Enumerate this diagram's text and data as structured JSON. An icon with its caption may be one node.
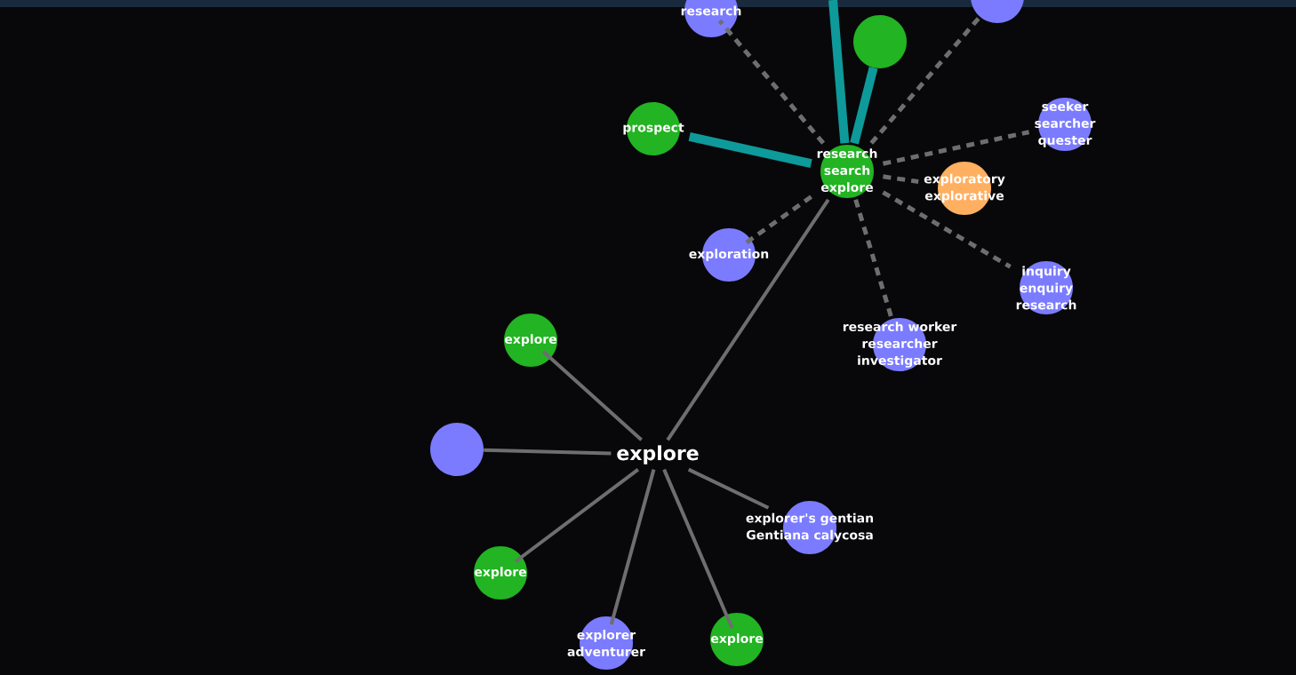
{
  "diagram": {
    "nodes": [
      {
        "text": [
          "explore"
        ]
      },
      {
        "text": [
          "research",
          "search",
          "explore"
        ]
      },
      {
        "text": [
          "research"
        ]
      },
      {
        "text": [],
        "shape": "circle"
      },
      {
        "text": [],
        "shape": "circle"
      },
      {
        "text": [
          "prospect"
        ]
      },
      {
        "text": [
          "seeker",
          "searcher",
          "quester"
        ]
      },
      {
        "text": [
          "exploratory",
          "explorative"
        ]
      },
      {
        "text": [
          "exploration"
        ]
      },
      {
        "text": [
          "inquiry",
          "enquiry",
          "research"
        ]
      },
      {
        "text": [
          "research worker",
          "researcher",
          "investigator"
        ]
      },
      {
        "text": [
          "explore"
        ]
      },
      {
        "text": [],
        "shape": "circle"
      },
      {
        "text": [
          "explorer's gentian",
          "Gentiana calycosa"
        ]
      },
      {
        "text": [
          "explore"
        ]
      },
      {
        "text": [
          "explorer",
          "adventurer"
        ]
      },
      {
        "text": [
          "explore"
        ]
      }
    ],
    "edges": [
      {
        "from": 0,
        "to": 1,
        "arrow": "none"
      },
      {
        "from": 1,
        "to": 2,
        "arrow": "none",
        "style": "dashed"
      },
      {
        "from": 1,
        "to": null,
        "arrow": "none",
        "style": "thick",
        "color": "#0e9a9a"
      },
      {
        "from": 1,
        "to": 3,
        "arrow": "none",
        "style": "thick",
        "color": "#0e9a9a"
      },
      {
        "from": 1,
        "to": 4,
        "arrow": "none",
        "style": "dashed"
      },
      {
        "from": 1,
        "to": 5,
        "arrow": "none",
        "style": "thick",
        "color": "#0e9a9a"
      },
      {
        "from": 1,
        "to": 6,
        "arrow": "none",
        "style": "dashed"
      },
      {
        "from": 1,
        "to": 7,
        "arrow": "none",
        "style": "dashed"
      },
      {
        "from": 1,
        "to": 8,
        "arrow": "none",
        "style": "dashed"
      },
      {
        "from": 1,
        "to": 9,
        "arrow": "none",
        "style": "dashed"
      },
      {
        "from": 1,
        "to": 10,
        "arrow": "none",
        "style": "dashed"
      },
      {
        "from": 0,
        "to": 11,
        "arrow": "none"
      },
      {
        "from": 0,
        "to": 12,
        "arrow": "none"
      },
      {
        "from": 0,
        "to": 13,
        "arrow": "none"
      },
      {
        "from": 0,
        "to": 14,
        "arrow": "none"
      },
      {
        "from": 0,
        "to": 15,
        "arrow": "none"
      },
      {
        "from": 0,
        "to": 16,
        "arrow": "none"
      }
    ]
  }
}
